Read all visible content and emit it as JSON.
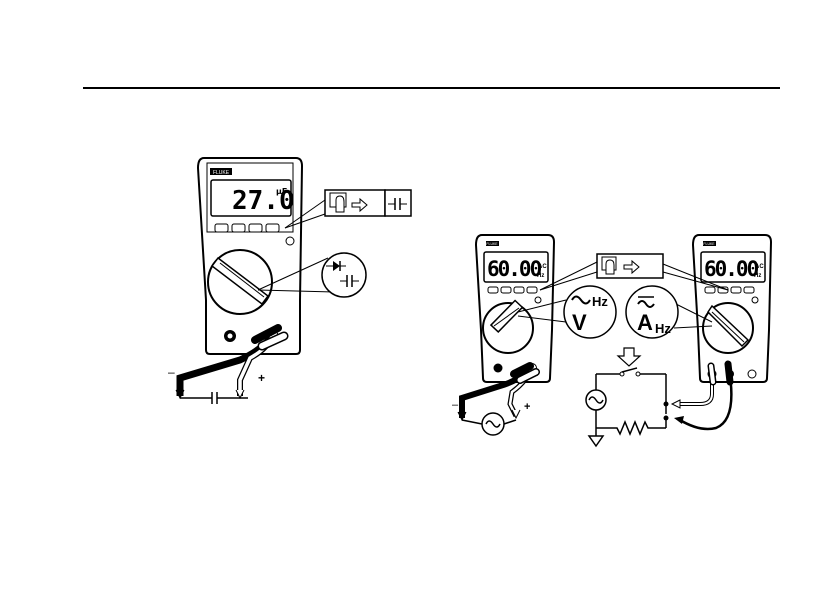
{
  "meters": {
    "left": {
      "brand": "FLUKE",
      "reading": "27.0",
      "unit": "μF"
    },
    "middle": {
      "brand": "FLUKE",
      "reading": "60.00",
      "unit_top": "AC",
      "unit_bottom": "Hz"
    },
    "right": {
      "brand": "FLUKE",
      "reading": "60.00",
      "unit_top": "AC",
      "unit_bottom": "Hz"
    }
  },
  "callouts": {
    "volts_hz": {
      "symbol": "V",
      "unit": "Hz"
    },
    "amps_hz": {
      "symbol": "A",
      "unit": "Hz"
    }
  },
  "polarity": {
    "minus": "–",
    "plus": "+"
  },
  "icons": [
    "push-button-icon",
    "arrow-icon",
    "capacitor-icon",
    "diode-icon",
    "ac-source-icon",
    "resistor-icon",
    "switch-icon",
    "ground-icon",
    "down-arrow-icon"
  ]
}
